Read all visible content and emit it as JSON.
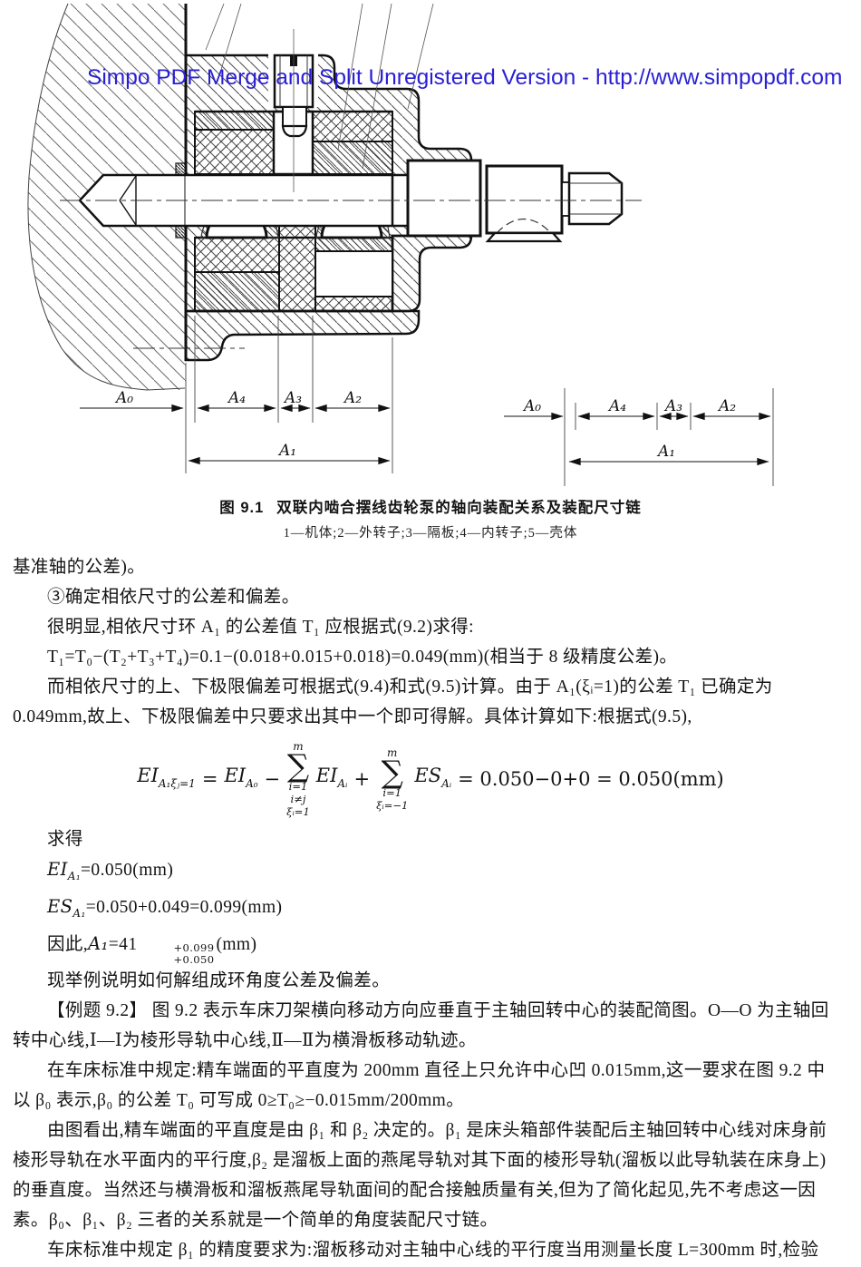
{
  "watermark": "Simpo PDF Merge and Split Unregistered Version - http://www.simpopdf.com",
  "figure": {
    "caption_label": "图 9.1",
    "caption_text": "双联内啮合摆线齿轮泵的轴向装配关系及装配尺寸链",
    "legend": "1—机体;2—外转子;3—隔板;4—内转子;5—壳体",
    "dims": {
      "a0": "A₀",
      "a1": "A₁",
      "a2": "A₂",
      "a3": "A₃",
      "a4": "A₄"
    }
  },
  "paragraphs": [
    "基准轴的公差)。",
    "③确定相依尺寸的公差和偏差。",
    "很明显,相依尺寸环 A₁ 的公差值 T₁ 应根据式(9.2)求得:",
    "T₁=T₀−(T₂+T₃+T₄)=0.1−(0.018+0.015+0.018)=0.049(mm)(相当于 8 级精度公差)。",
    "而相依尺寸的上、下极限偏差可根据式(9.4)和式(9.5)计算。由于 A₁(ξᵢ=1)的公差 T₁ 已确定为",
    "0.049mm,故上、下极限偏差中只要求出其中一个即可得解。具体计算如下:根据式(9.5),",
    "现举例说明如何解组成环角度公差及偏差。",
    "【例题 9.2】 图 9.2 表示车床刀架横向移动方向应垂直于主轴回转中心的装配简图。O—O 为主轴回",
    "转中心线,Ⅰ—Ⅰ为棱形导轨中心线,Ⅱ—Ⅱ为横滑板移动轨迹。",
    "在车床标准中规定:精车端面的平直度为 200mm 直径上只允许中心凹 0.015mm,这一要求在图 9.2 中",
    "以 β₀ 表示,β₀ 的公差 T₀ 可写成 0≥T₀≥−0.015mm/200mm。",
    "由图看出,精车端面的平直度是由 β₁ 和 β₂ 决定的。β₁ 是床头箱部件装配后主轴回转中心线对床身前",
    "棱形导轨在水平面内的平行度,β₂ 是溜板上面的燕尾导轨对其下面的棱形导轨(溜板以此导轨装在床身上)",
    "的垂直度。当然还与横滑板和溜板燕尾导轨面间的配合接触质量有关,但为了简化起见,先不考虑这一因",
    "素。β₀、β₁、β₂ 三者的关系就是一个简单的角度装配尺寸链。",
    "车床标准中规定 β₁ 的精度要求为:溜板移动对主轴中心线的平行度当用测量长度 L=300mm 时,检验"
  ],
  "formula": {
    "lhs": "EI",
    "lhs_sub": "A₁ξⱼ=1",
    "eq": "=",
    "t1": "EI",
    "t1_sub": "A₀",
    "op1": "−",
    "sum1": {
      "sup": "m",
      "sym": "∑",
      "l1": "i=1",
      "l2": "i≠j",
      "l3": "ξᵢ=1"
    },
    "t2": "EI",
    "t2_sub": "Aᵢ",
    "op2": "+",
    "sum2": {
      "sup": "m",
      "sym": "∑",
      "l1": "i=1",
      "l2": "ξᵢ=−1"
    },
    "t3": "ES",
    "t3_sub": "Aᵢ",
    "rhs": "= 0.050−0+0 = 0.050(mm)"
  },
  "results": {
    "lead": "求得",
    "ei": {
      "base": "EI",
      "sub": "A₁",
      "rest": "=0.050(mm)"
    },
    "es": {
      "base": "ES",
      "sub": "A₁",
      "rest": "=0.050+0.049=0.099(mm)"
    },
    "final": {
      "pre": "因此,",
      "base": "A₁",
      "eq": "=41",
      "sup": "+0.099",
      "sub": "+0.050",
      "rest": "(mm)"
    }
  }
}
